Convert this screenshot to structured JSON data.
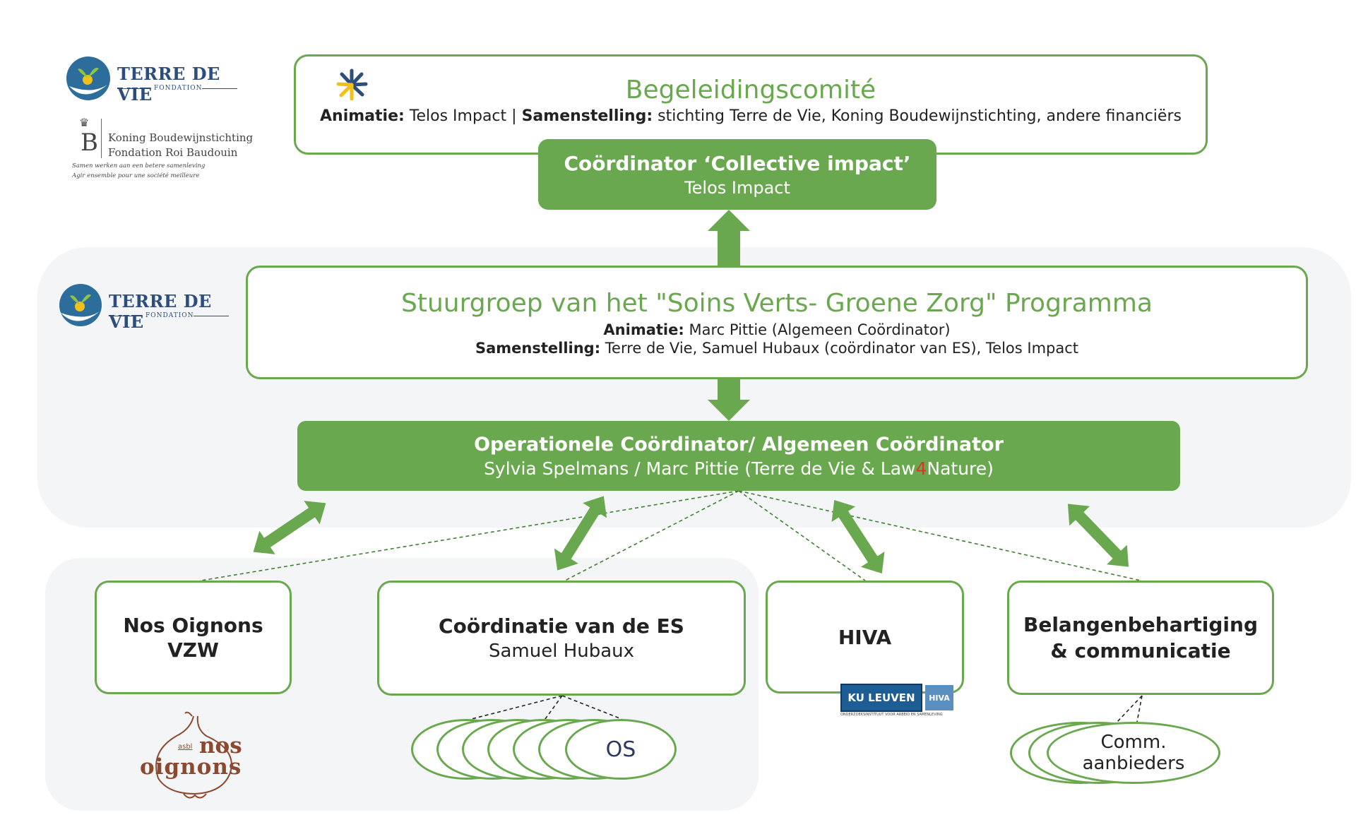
{
  "logos": {
    "terre_de_vie": {
      "name": "TERRE DE VIE",
      "sub": "FONDATION"
    },
    "kbs": {
      "line1": "Koning Boudewijnstichting",
      "line2": "Fondation Roi Baudouin",
      "tag1": "Samen werken aan een betere samenleving",
      "tag2": "Agir ensemble pour une société meilleure",
      "letter": "B"
    },
    "nos_oignons": {
      "prefix": "asbl",
      "line1": "nos",
      "line2": "oignons"
    },
    "ku_leuven": {
      "name": "KU LEUVEN",
      "badge": "HIVA",
      "sub": "ONDERZOEKSINSTITUUT VOOR ARBEID EN SAMENLEVING"
    }
  },
  "begeleidingscomite": {
    "title": "Begeleidingscomité",
    "animatie_label": "Animatie:",
    "animatie_value": "Telos Impact",
    "separator": "|",
    "samenstelling_label": "Samenstelling:",
    "samenstelling_value": "stichting Terre de Vie, Koning Boudewijnstichting, andere financiërs"
  },
  "coordinator_ci": {
    "title": "Coördinator ‘Collective impact’",
    "subtitle": "Telos Impact"
  },
  "stuurgroep": {
    "title": "Stuurgroep van het \"Soins Verts- Groene Zorg\" Programma",
    "animatie_label": "Animatie:",
    "animatie_value": "Marc Pittie (Algemeen Coördinator)",
    "samenstelling_label": "Samenstelling:",
    "samenstelling_value": "Terre de Vie, Samuel Hubaux (coördinator van ES), Telos Impact"
  },
  "operationele": {
    "title": "Operationele Coördinator/ Algemeen Coördinator",
    "subtitle_a": "Sylvia Spelmans / Marc Pittie (Terre de Vie & Law",
    "subtitle_4": "4",
    "subtitle_b": "Nature)"
  },
  "partners": {
    "nos_oignons": {
      "line1": "Nos Oignons",
      "line2": "VZW"
    },
    "es": {
      "title": "Coördinatie van de ES",
      "subtitle": "Samuel Hubaux"
    },
    "hiva": {
      "title": "HIVA"
    },
    "belangen": {
      "line1": "Belangenbehartiging",
      "line2": "& communicatie"
    }
  },
  "stacks": {
    "os": {
      "label": "OS"
    },
    "comm": {
      "line1": "Comm.",
      "line2": "aanbieders"
    }
  },
  "colors": {
    "green": "#6aa84f",
    "panel": "#f4f5f6",
    "navy": "#2d4d7c",
    "red4": "#d9362b"
  }
}
